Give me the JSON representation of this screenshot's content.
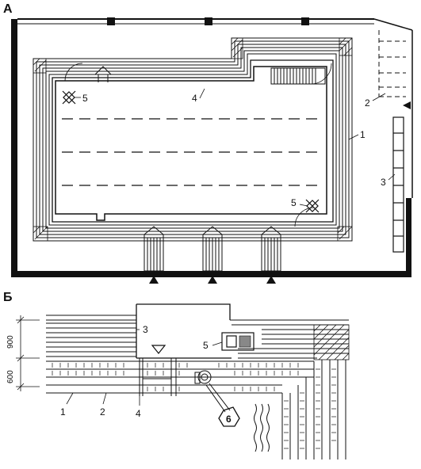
{
  "plan_a": {
    "section_letter": "А",
    "callouts": {
      "c1": "1",
      "c2": "2",
      "c3": "3",
      "c4": "4",
      "c5_top": "5",
      "c5_bottom": "5"
    }
  },
  "plan_b": {
    "section_letter": "Б",
    "dimensions": {
      "d900": "900",
      "d600": "600"
    },
    "callouts": {
      "c1": "1",
      "c2": "2",
      "c3": "3",
      "c4": "4",
      "c5": "5",
      "c6": "6"
    }
  }
}
